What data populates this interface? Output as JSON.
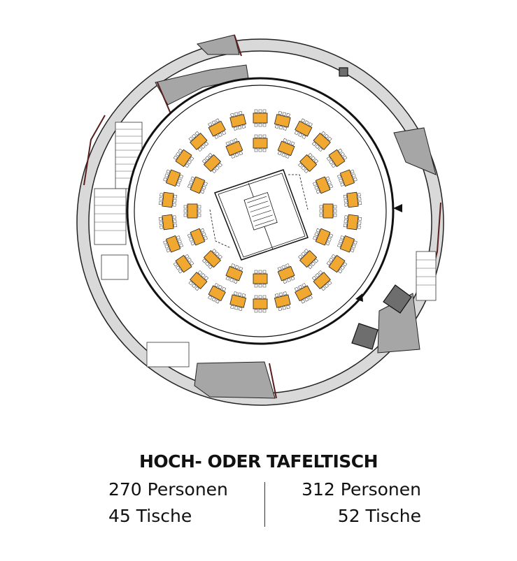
{
  "floorplan": {
    "accent_color": "#F0A830",
    "wall_color": "#dcdcdc",
    "block_color": "#a9a9a9",
    "rings": [
      {
        "tables": 16
      },
      {
        "tables": 26
      }
    ]
  },
  "caption": {
    "title": "HOCH- ODER TAFELTISCH",
    "left": {
      "persons": "270 Personen",
      "tables": "45 Tische"
    },
    "right": {
      "persons": "312 Personen",
      "tables": "52 Tische"
    }
  }
}
